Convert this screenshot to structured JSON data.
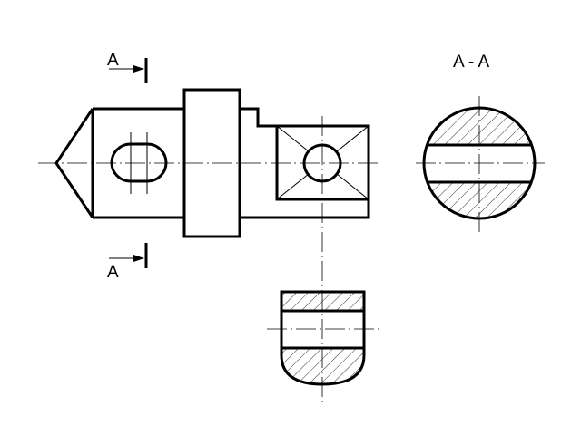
{
  "labels": {
    "section_mark_top": "A",
    "section_mark_bottom": "A",
    "section_title": "A - A"
  },
  "colors": {
    "line": "#000000",
    "background": "#ffffff"
  }
}
